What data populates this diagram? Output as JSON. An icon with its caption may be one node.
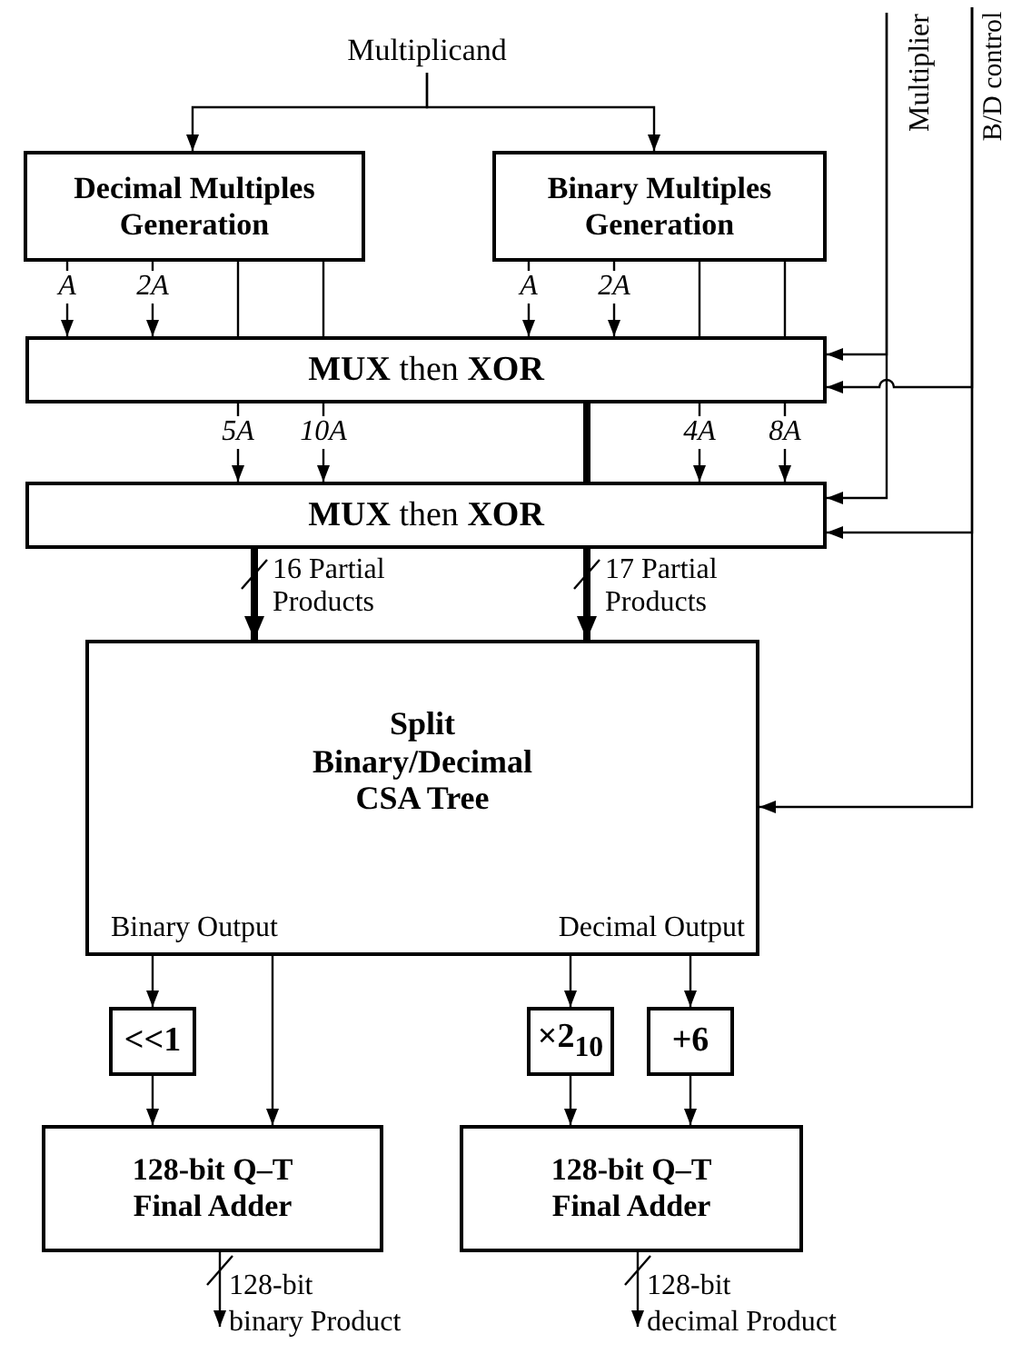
{
  "diagram": {
    "nodes": [
      {
        "text": [
          "Multiplicand"
        ]
      },
      {
        "text": [
          "Decimal Multiples Generation"
        ]
      },
      {
        "text": [
          "Binary Multiples Generation"
        ]
      },
      {
        "text": [
          "**MUX** then **XOR**"
        ]
      },
      {
        "text": [
          "**MUX** then **XOR**"
        ]
      },
      {
        "text": [
          "Split Binary/Decimal CSA Tree",
          "Binary Output",
          "Decimal Output"
        ]
      },
      {
        "text": [
          "<<1"
        ]
      },
      {
        "text": [
          "×2$_{10}$"
        ]
      },
      {
        "text": [
          "+6"
        ]
      },
      {
        "text": [
          "128-bit Q–T Final Adder"
        ]
      },
      {
        "text": [
          "128-bit Q–T Final Adder"
        ]
      },
      {
        "text": [
          "Multiplier"
        ]
      },
      {
        "text": [
          "B/D control"
        ]
      }
    ],
    "edges": [
      {
        "from": 0,
        "to": 1,
        "arrow": "to"
      },
      {
        "from": 0,
        "to": 2,
        "arrow": "to"
      },
      {
        "from": 1,
        "to": 3,
        "arrow": "to",
        "label": "A"
      },
      {
        "from": 1,
        "to": 3,
        "arrow": "to",
        "label": "2A"
      },
      {
        "from": 1,
        "to": 3,
        "arrow": "none"
      },
      {
        "from": 1,
        "to": 3,
        "arrow": "none"
      },
      {
        "from": 2,
        "to": 3,
        "arrow": "to",
        "label": "A"
      },
      {
        "from": 2,
        "to": 3,
        "arrow": "to",
        "label": "2A"
      },
      {
        "from": 2,
        "to": 3,
        "arrow": "none"
      },
      {
        "from": 2,
        "to": 3,
        "arrow": "none"
      },
      {
        "from": 3,
        "to": 4,
        "arrow": "to",
        "label": "5A"
      },
      {
        "from": 3,
        "to": 4,
        "arrow": "to",
        "label": "10A"
      },
      {
        "from": 3,
        "to": 4,
        "arrow": "to",
        "label": "4A"
      },
      {
        "from": 3,
        "to": 4,
        "arrow": "to",
        "label": "8A"
      },
      {
        "from": 3,
        "to": 4,
        "arrow": "none",
        "style": "thick"
      },
      {
        "from": 4,
        "to": 5,
        "arrow": "to",
        "style": "thick",
        "label": "16 Partial Products"
      },
      {
        "from": 4,
        "to": 5,
        "arrow": "to",
        "style": "thick",
        "label": "17 Partial Products"
      },
      {
        "from": 11,
        "to": 3,
        "arrow": "to"
      },
      {
        "from": 11,
        "to": 4,
        "arrow": "to"
      },
      {
        "from": 12,
        "to": 3,
        "arrow": "to"
      },
      {
        "from": 12,
        "to": 4,
        "arrow": "to"
      },
      {
        "from": 12,
        "to": 5,
        "arrow": "to"
      },
      {
        "from": 5,
        "to": 6,
        "arrow": "to"
      },
      {
        "from": 5,
        "to": 9,
        "arrow": "to"
      },
      {
        "from": 5,
        "to": 7,
        "arrow": "to"
      },
      {
        "from": 5,
        "to": 8,
        "arrow": "to"
      },
      {
        "from": 6,
        "to": 9,
        "arrow": "to"
      },
      {
        "from": 7,
        "to": 10,
        "arrow": "to"
      },
      {
        "from": 8,
        "to": 10,
        "arrow": "to"
      },
      {
        "from": 9,
        "to": null,
        "arrow": "to",
        "label": "128-bit binary Product"
      },
      {
        "from": 10,
        "to": null,
        "arrow": "to",
        "label": "128-bit decimal Product"
      }
    ]
  }
}
